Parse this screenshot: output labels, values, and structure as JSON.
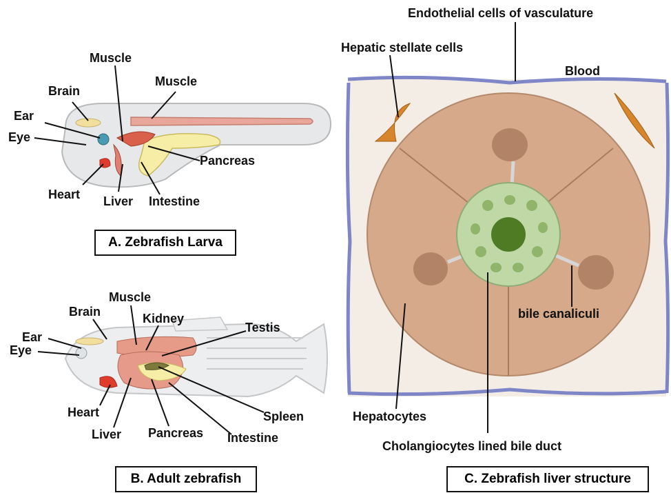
{
  "panel_a": {
    "caption": "A. Zebrafish Larva",
    "labels": {
      "muscle_top": "Muscle",
      "muscle_right": "Muscle",
      "brain": "Brain",
      "ear": "Ear",
      "eye": "Eye",
      "pancreas": "Pancreas",
      "heart": "Heart",
      "liver": "Liver",
      "intestine": "Intestine"
    }
  },
  "panel_b": {
    "caption": "B. Adult zebrafish",
    "labels": {
      "muscle": "Muscle",
      "brain": "Brain",
      "kidney": "Kidney",
      "testis": "Testis",
      "ear": "Ear",
      "eye": "Eye",
      "heart": "Heart",
      "spleen": "Spleen",
      "liver": "Liver",
      "pancreas": "Pancreas",
      "intestine": "Intestine"
    }
  },
  "panel_c": {
    "caption": "C. Zebrafish liver structure",
    "labels": {
      "endothelial": "Endothelial cells of vasculature",
      "stellate": "Hepatic stellate cells",
      "blood": "Blood",
      "bile_canaliculi": "bile canaliculi",
      "hepatocytes": "Hepatocytes",
      "cholangiocytes": "Cholangiocytes lined bile duct"
    }
  }
}
